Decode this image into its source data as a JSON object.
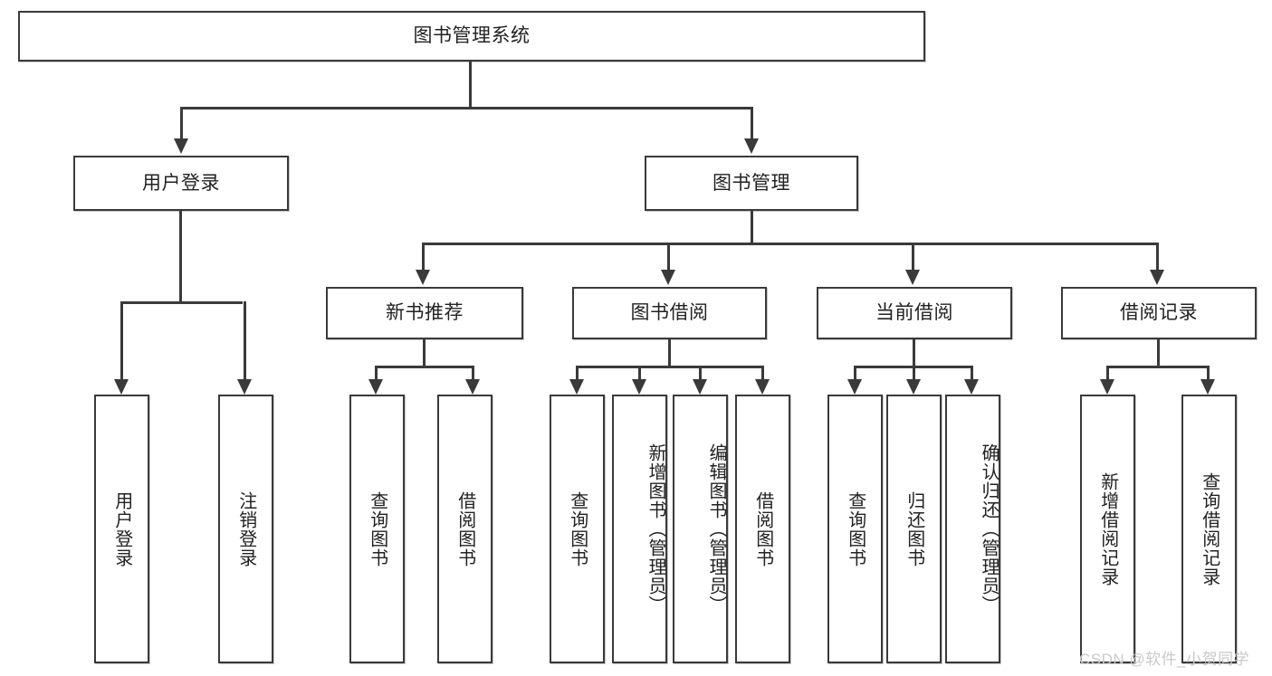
{
  "diagram": {
    "type": "hierarchy-tree",
    "title_node": {
      "label": "图书管理系统"
    },
    "level1": [
      {
        "label": "用户登录"
      },
      {
        "label": "图书管理"
      }
    ],
    "level2": [
      {
        "label": "新书推荐",
        "parent": "图书管理"
      },
      {
        "label": "图书借阅",
        "parent": "图书管理"
      },
      {
        "label": "当前借阅",
        "parent": "图书管理"
      },
      {
        "label": "借阅记录",
        "parent": "图书管理"
      }
    ],
    "leaves": {
      "user_login": [
        {
          "label": "用户登录"
        },
        {
          "label": "注销登录"
        }
      ],
      "new_book_recommend": [
        {
          "label": "查询图书"
        },
        {
          "label": "借阅图书"
        }
      ],
      "book_borrow": [
        {
          "label": "查询图书"
        },
        {
          "label": "新增图书（管理员）"
        },
        {
          "label": "编辑图书（管理员）"
        },
        {
          "label": "借阅图书"
        }
      ],
      "current_borrow": [
        {
          "label": "查询图书"
        },
        {
          "label": "归还图书"
        },
        {
          "label": "确认归还（管理员）"
        }
      ],
      "borrow_record": [
        {
          "label": "新增借阅记录"
        },
        {
          "label": "查询借阅记录"
        }
      ]
    }
  },
  "watermark": {
    "text": "CSDN @软件_小贺同学"
  },
  "colors": {
    "stroke": "#3a3a3a",
    "background": "#ffffff",
    "text": "#222222",
    "watermark": "#c9c9c9"
  }
}
